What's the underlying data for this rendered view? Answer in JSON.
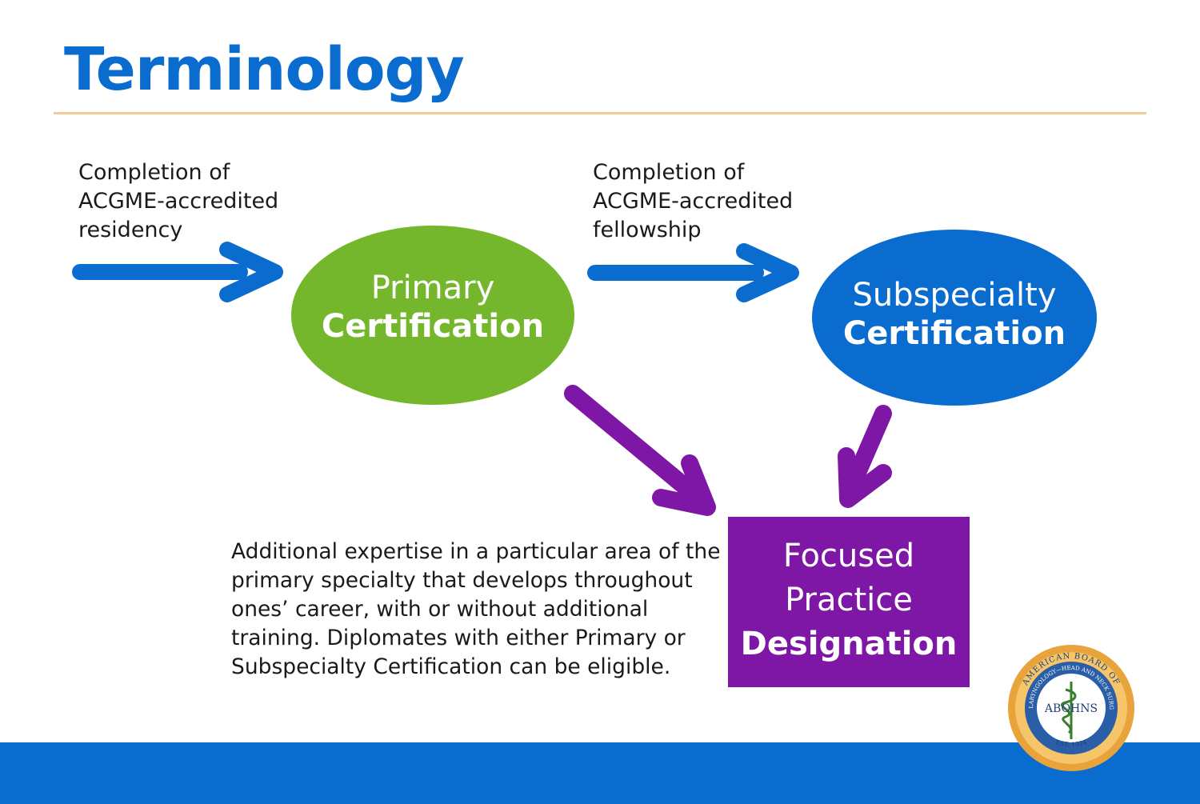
{
  "title": "Terminology",
  "captions": {
    "residency": "Completion of\nACGME-accredited\nresidency",
    "fellowship": "Completion of\nACGME-accredited\nfellowship"
  },
  "nodes": {
    "primary": {
      "line1": "Primary",
      "line2": "Certification",
      "color": "#74b72c"
    },
    "subspecialty": {
      "line1": "Subspecialty",
      "line2": "Certification",
      "color": "#0a6ccf"
    },
    "focused": {
      "line1": "Focused",
      "line2": "Practice",
      "line3": "Designation",
      "color": "#7f17a6"
    }
  },
  "explanation": "Additional expertise in a particular area of the primary specialty that develops throughout ones’ career, with or without additional training. Diplomates with either Primary or Subspecialty Certification can be eligible.",
  "seal": {
    "center": "ABOHNS",
    "ring_top": "AMERICAN BOARD OF",
    "ring_inner": "OTOLARYNGOLOGY—HEAD AND NECK SURGERY",
    "est": "EST. 1924"
  },
  "colors": {
    "title": "#0a6ccf",
    "rule": "#f2cc98",
    "blue_arrow": "#0a6ccf",
    "purple_arrow": "#7f17a6",
    "footer": "#0a6ccf"
  }
}
